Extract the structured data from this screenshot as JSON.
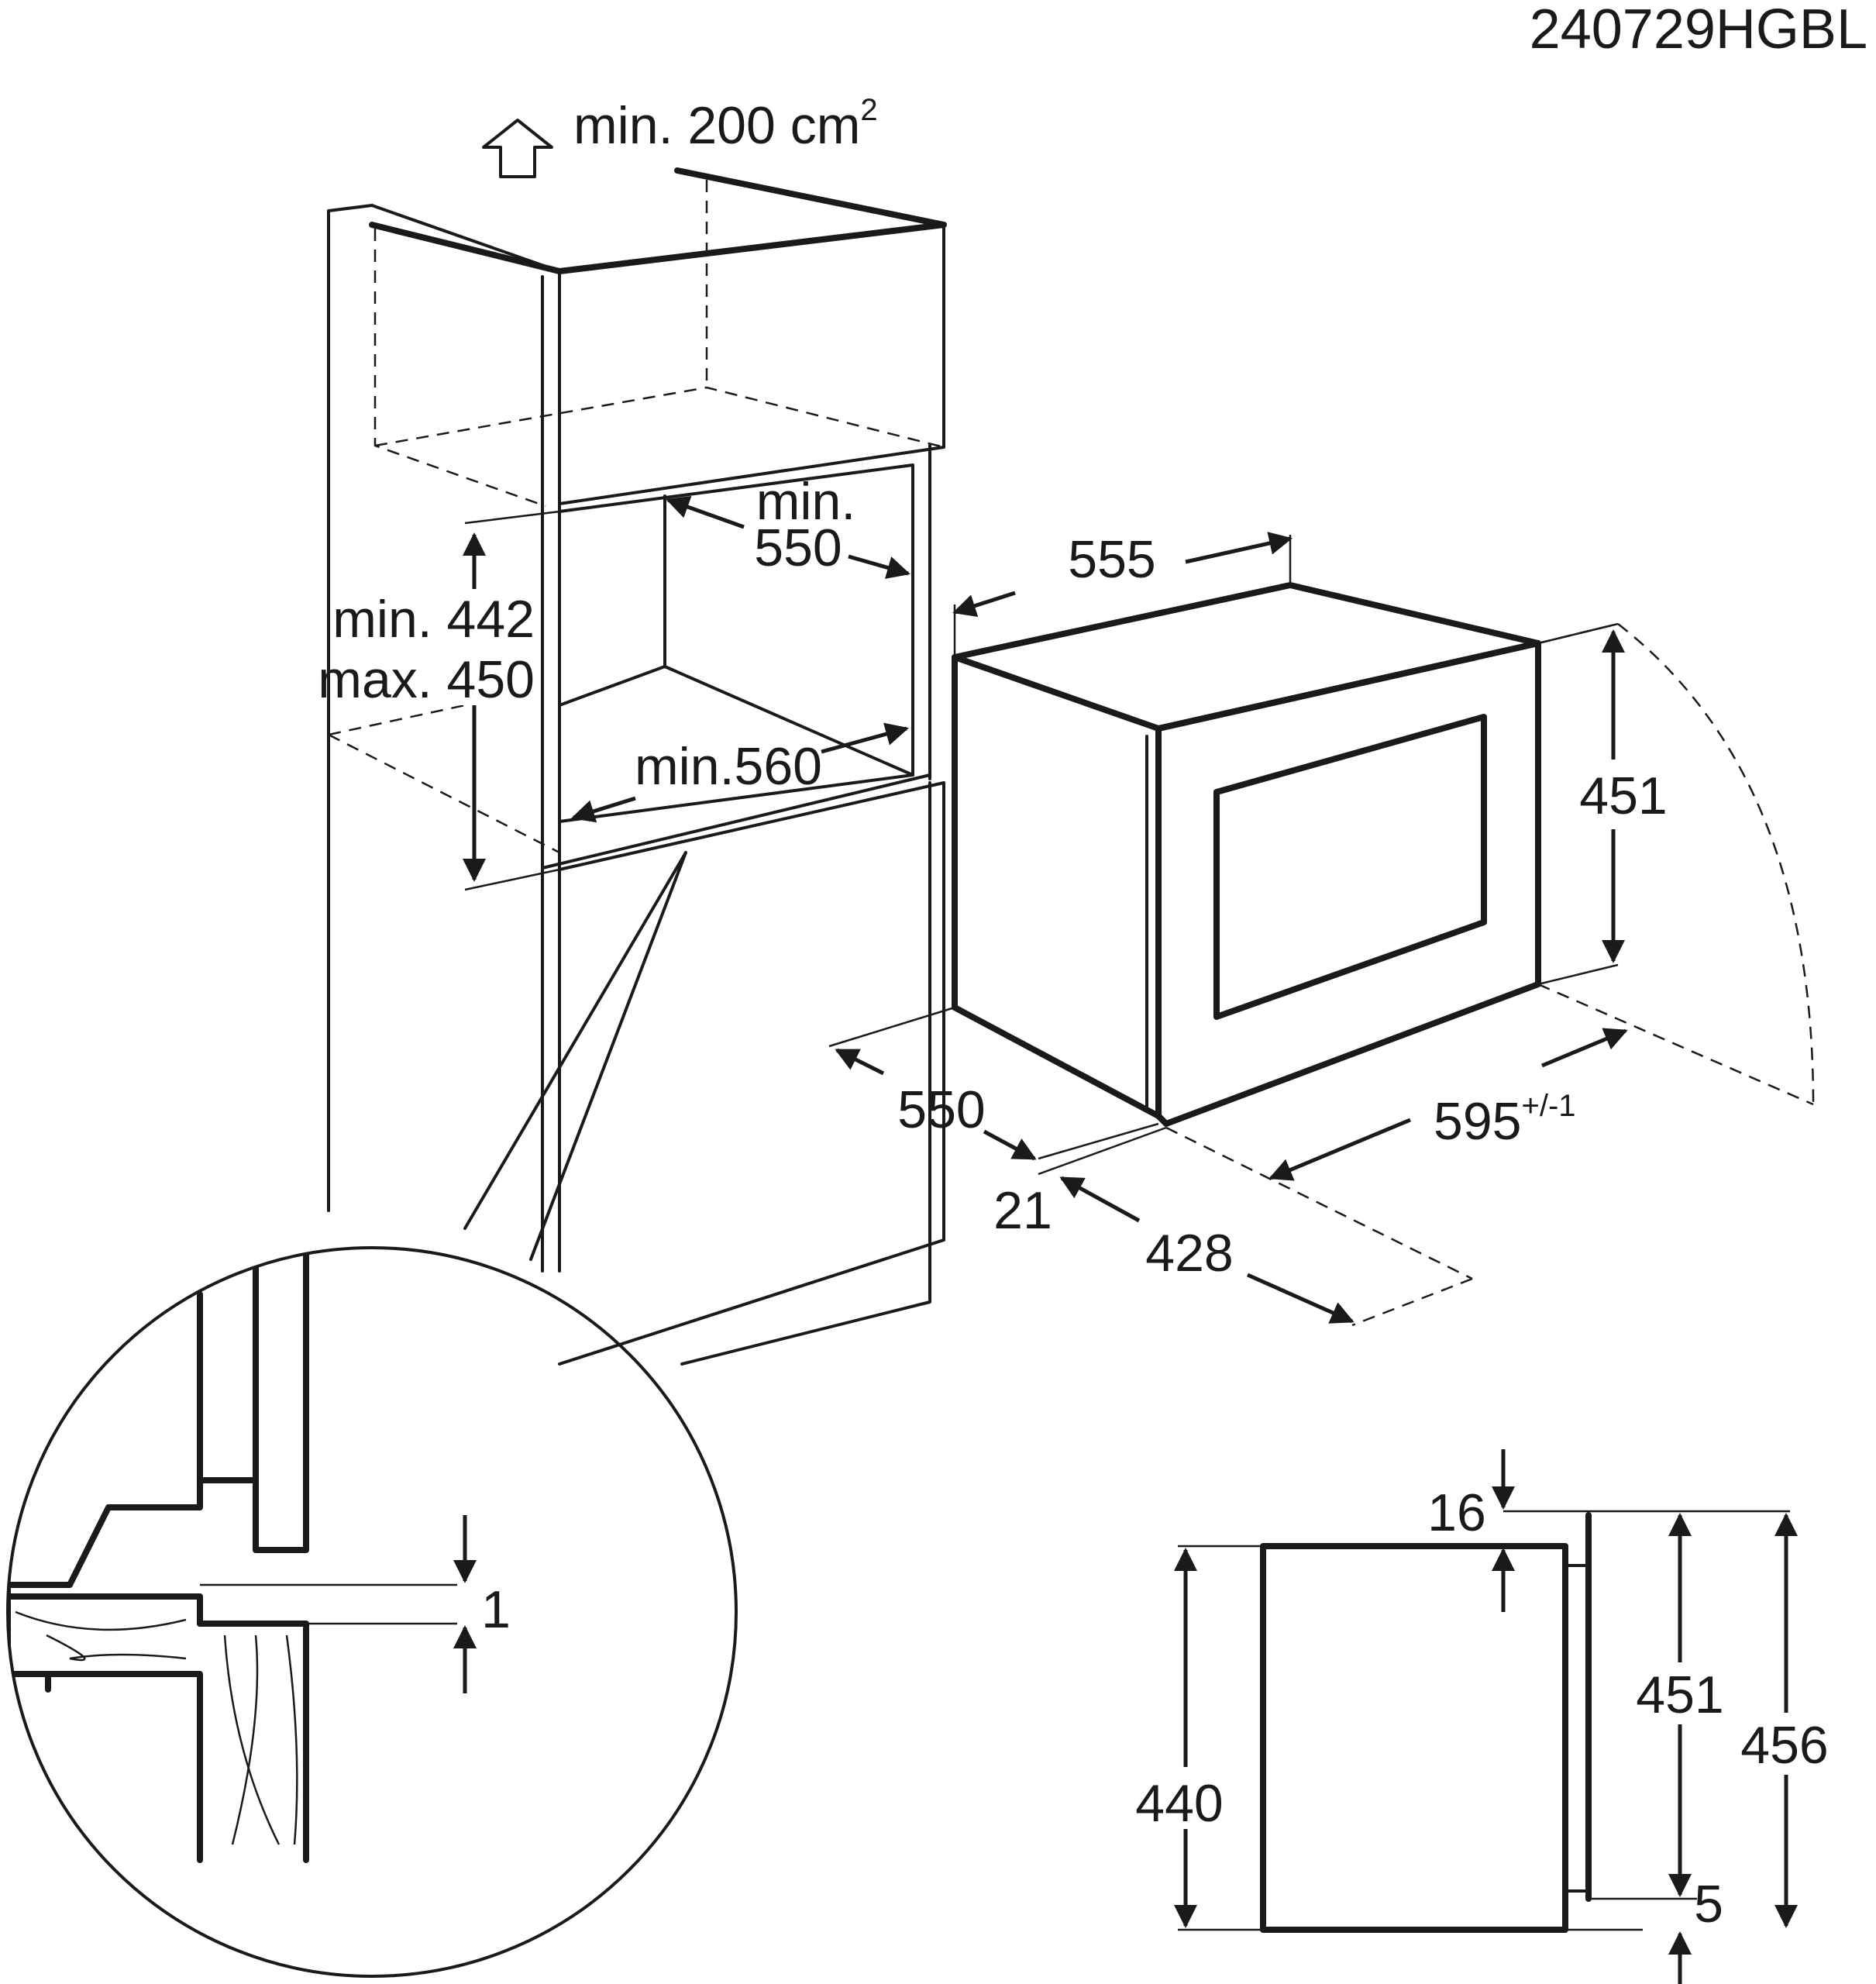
{
  "drawing_code": "240729HGBL",
  "ventilation": {
    "label": "min. 200 cm",
    "superscript": "2"
  },
  "niche": {
    "depth_label_line1": "min.",
    "depth_label_line2": "550",
    "height_label_line1": "min. 442",
    "height_label_line2": "max. 450",
    "width_label": "min.560"
  },
  "appliance": {
    "depth_top": "555",
    "height_front": "451",
    "depth_side": "550",
    "width_front": "595",
    "width_tolerance": "+/-1",
    "door_thickness": "21",
    "door_opening": "428"
  },
  "detail": {
    "gap": "1"
  },
  "side_view": {
    "top_offset": "16",
    "body_height": "440",
    "front_height": "451",
    "overall_height": "456",
    "bottom_offset": "5"
  }
}
